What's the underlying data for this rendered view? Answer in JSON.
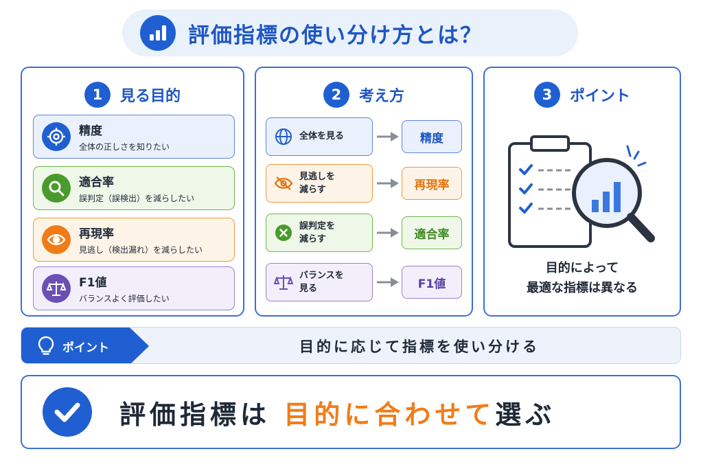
{
  "title": "評価指標の使い分け方とは？",
  "colors": {
    "primary": "#1f5fd1",
    "accent_orange": "#f07c18",
    "green": "#4a9a2c",
    "purple": "#6b4fb3"
  },
  "panel1": {
    "num": "1",
    "title": "見る目的",
    "cards": [
      {
        "name": "精度",
        "desc": "全体の正しさを知りたい",
        "icon": "target-icon"
      },
      {
        "name": "適合率",
        "desc": "誤判定（誤検出）を減らしたい",
        "icon": "magnifier-icon"
      },
      {
        "name": "再現率",
        "desc": "見逃し（検出漏れ）を減らしたい",
        "icon": "eye-icon"
      },
      {
        "name": "F1値",
        "desc": "バランスよく評価したい",
        "icon": "scale-icon"
      }
    ]
  },
  "panel2": {
    "num": "2",
    "title": "考え方",
    "rows": [
      {
        "left": "全体を見る",
        "right": "精度",
        "icon": "globe-icon"
      },
      {
        "left": "見逃しを\n減らす",
        "right": "再現率",
        "icon": "eye-slash-icon"
      },
      {
        "left": "誤判定を\n減らす",
        "right": "適合率",
        "icon": "x-circle-icon"
      },
      {
        "left": "バランスを\n見る",
        "right": "F1値",
        "icon": "scale-icon"
      }
    ]
  },
  "panel3": {
    "num": "3",
    "title": "ポイント",
    "text": "目的によって\n最適な指標は異なる",
    "icon": "clipboard-magnifier-icon"
  },
  "banner": {
    "tag": "ポイント",
    "text": "目的に応じて指標を使い分ける"
  },
  "conclusion": {
    "part1": "評価指標は",
    "part2": "目的に合わせて",
    "part3": "選ぶ"
  }
}
